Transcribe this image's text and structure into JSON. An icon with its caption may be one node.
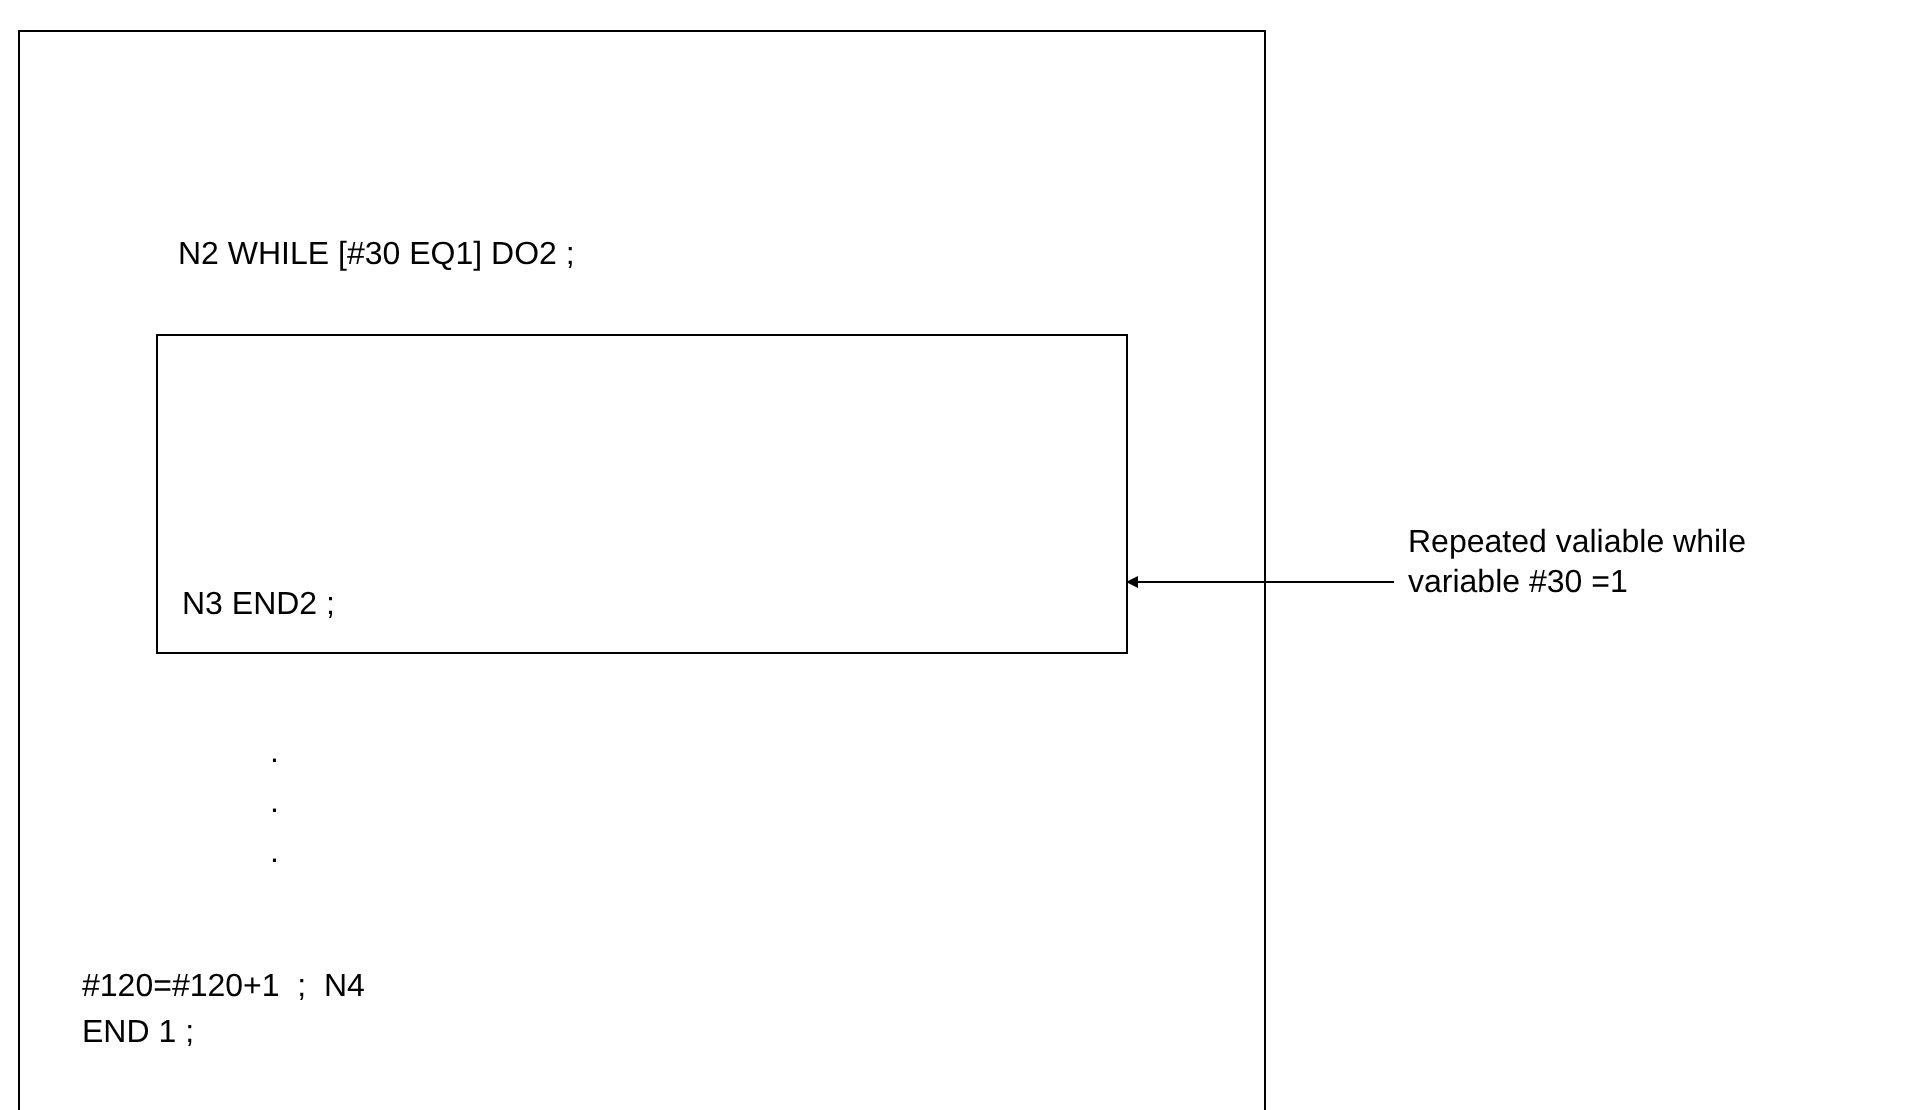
{
  "diagram": {
    "nodes": [
      {
        "text": [
          "N2 WHILE [#30 EQ1] DO2 ;",
          "#120=#120+1  ;  N4",
          "END 1 ;"
        ]
      },
      {
        "text": [
          "N3 END2 ;"
        ],
        "in": 0
      },
      {
        "text": [
          "Repeated valiable while variable #30 =1"
        ]
      }
    ],
    "edges": [
      {
        "from": 2,
        "to": 1,
        "arrow": "to"
      }
    ],
    "labels": [
      ".",
      ".",
      "."
    ]
  }
}
